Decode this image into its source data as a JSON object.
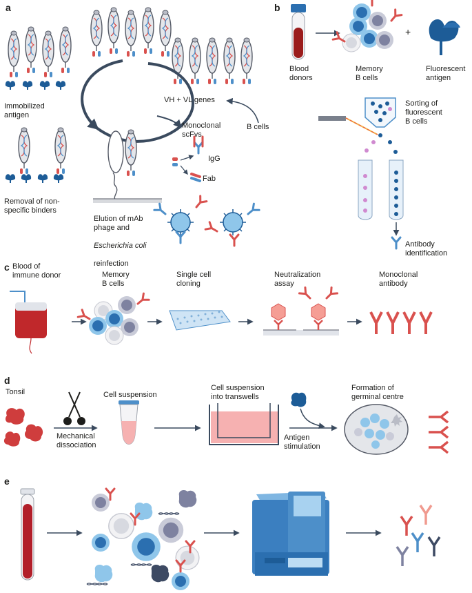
{
  "colors": {
    "arrow": "#3a4a5e",
    "phage_outline": "#555a66",
    "phage_fill": "#e4e6ea",
    "antigen_blue": "#1d5c97",
    "antibody_blue": "#4d8fc9",
    "antibody_red": "#d9514e",
    "blood_red": "#9b1c1c",
    "bcell_blue": "#4ea3dc",
    "bcell_grey": "#9ea2b8",
    "transwell_pink": "#f6b1b1",
    "tonsil": "#cf3d3d"
  },
  "panels": {
    "a": {
      "letter": "a",
      "immobilized_antigen": "Immobilized\nantigen",
      "removal": "Removal of non-\nspecific binders",
      "vh_vl": "VH + VL genes",
      "b_cells": "B cells",
      "monoclonal_scfvs": "Monoclonal\nscFvs",
      "igg": "IgG",
      "fab": "Fab",
      "elution_line1": "Elution of mAb\nphage and",
      "elution_line2": "Escherichia coli",
      "elution_line3": "reinfection"
    },
    "b": {
      "letter": "b",
      "blood_donors": "Blood\ndonors",
      "memory_b_cells": "Memory\nB cells",
      "plus": "+",
      "fluorescent_antigen": "Fluorescent\nantigen",
      "sorting": "Sorting of\nfluorescent\nB cells",
      "antibody_identification": "Antibody\nidentification"
    },
    "c": {
      "letter": "c",
      "steps": [
        "Blood of\nimmune donor",
        "Memory\nB cells",
        "Single cell\ncloning",
        "Neutralization\nassay",
        "Monoclonal\nantibody"
      ]
    },
    "d": {
      "letter": "d",
      "tonsil": "Tonsil",
      "mechanical": "Mechanical\ndissociation",
      "cell_suspension": "Cell suspension",
      "into_transwells": "Cell suspension\ninto transwells",
      "antigen_stimulation": "Antigen\nstimulation",
      "germinal_centre": "Formation of\ngerminal centre"
    },
    "e": {
      "letter": "e"
    }
  }
}
